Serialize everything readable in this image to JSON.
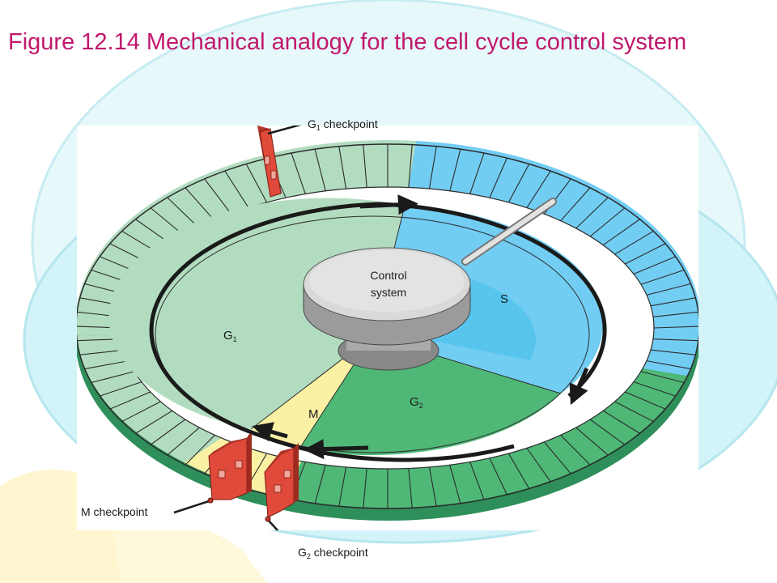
{
  "title": "Figure 12.14 Mechanical analogy for the cell cycle control system",
  "labels": {
    "control_line1": "Control",
    "control_line2": "system",
    "g1_checkpoint": "checkpoint",
    "m_checkpoint": "M checkpoint",
    "g2_checkpoint": "checkpoint",
    "phase_s": "S",
    "phase_m": "M",
    "g_letter": "G",
    "sub_1": "1",
    "sub_2": "2"
  },
  "colors": {
    "title": "#c0186c",
    "g1": "#b2dcc0",
    "s": "#72cdf3",
    "g2": "#4fb877",
    "m": "#fbf1a4",
    "checkpoint_gate": "#e04a3a"
  }
}
